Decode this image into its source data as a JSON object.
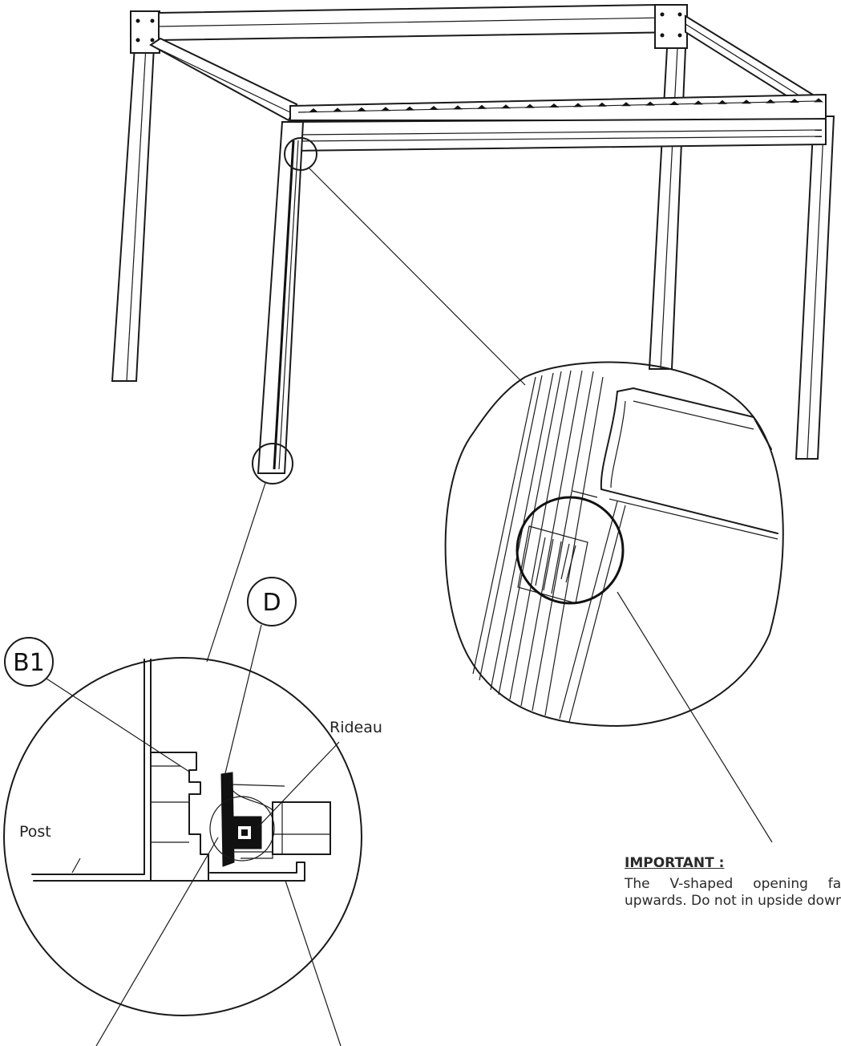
{
  "labels": {
    "b1": "B1",
    "d": "D",
    "rideau": "Rideau",
    "post": "Post"
  },
  "note": {
    "title": "IMPORTANT :",
    "body": "The V-shaped opening face upwards. Do not in upside down."
  },
  "icons": [
    "callout-circle",
    "leader-line"
  ]
}
